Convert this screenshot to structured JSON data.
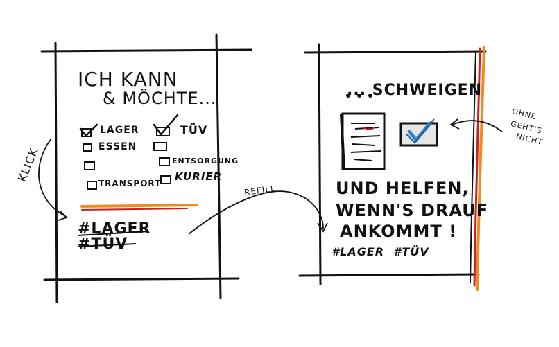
{
  "left_panel": {
    "heading_line1": "ICH KANN",
    "heading_line2": "& MÖCHTE...",
    "checkboxes": [
      {
        "label": "LAGER",
        "checked": true
      },
      {
        "label": "TÜV",
        "checked": true
      },
      {
        "label": "ESSEN",
        "checked": false
      },
      {
        "label": "",
        "checked": false
      },
      {
        "label": "",
        "checked": false
      },
      {
        "label": "ENTSORGUNG",
        "checked": false
      },
      {
        "label": "TRANSPORT",
        "checked": false
      },
      {
        "label": "KURIER",
        "checked": false
      }
    ],
    "hashtag1": "#LAGER",
    "hashtag2": "#TÜV"
  },
  "side_notes": {
    "klick": "KLICK",
    "refill": "REFILL",
    "ohne_line1": "OHNE",
    "ohne_line2": "GEHT'S",
    "ohne_line3": "NICHT"
  },
  "right_panel": {
    "title": "... SCHWEIGEN",
    "body_line1": "UND HELFEN,",
    "body_line2": "WENN'S DRAUF",
    "body_line3": "ANKOMMT !",
    "hashtags": "#LAGER  #TÜV"
  },
  "colors": {
    "ink": "#111111",
    "accent_orange": "#f08a1c",
    "accent_red": "#c8231e",
    "check_blue": "#2f86c8"
  }
}
